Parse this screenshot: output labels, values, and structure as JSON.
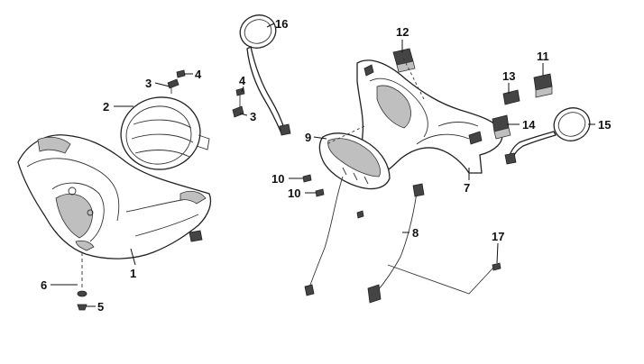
{
  "callouts": [
    {
      "id": "c1",
      "text": "1"
    },
    {
      "id": "c2",
      "text": "2"
    },
    {
      "id": "c3a",
      "text": "3"
    },
    {
      "id": "c3b",
      "text": "3"
    },
    {
      "id": "c4a",
      "text": "4"
    },
    {
      "id": "c4b",
      "text": "4"
    },
    {
      "id": "c5",
      "text": "5"
    },
    {
      "id": "c6",
      "text": "6"
    },
    {
      "id": "c7",
      "text": "7"
    },
    {
      "id": "c8",
      "text": "8"
    },
    {
      "id": "c9",
      "text": "9"
    },
    {
      "id": "c10a",
      "text": "10"
    },
    {
      "id": "c10b",
      "text": "10"
    },
    {
      "id": "c11",
      "text": "11"
    },
    {
      "id": "c12",
      "text": "12"
    },
    {
      "id": "c13",
      "text": "13"
    },
    {
      "id": "c14",
      "text": "14"
    },
    {
      "id": "c15",
      "text": "15"
    },
    {
      "id": "c16",
      "text": "16"
    },
    {
      "id": "c17",
      "text": "17"
    }
  ],
  "colors": {
    "line": "#111111",
    "shade": "#bfbfbf",
    "background": "#ffffff"
  }
}
